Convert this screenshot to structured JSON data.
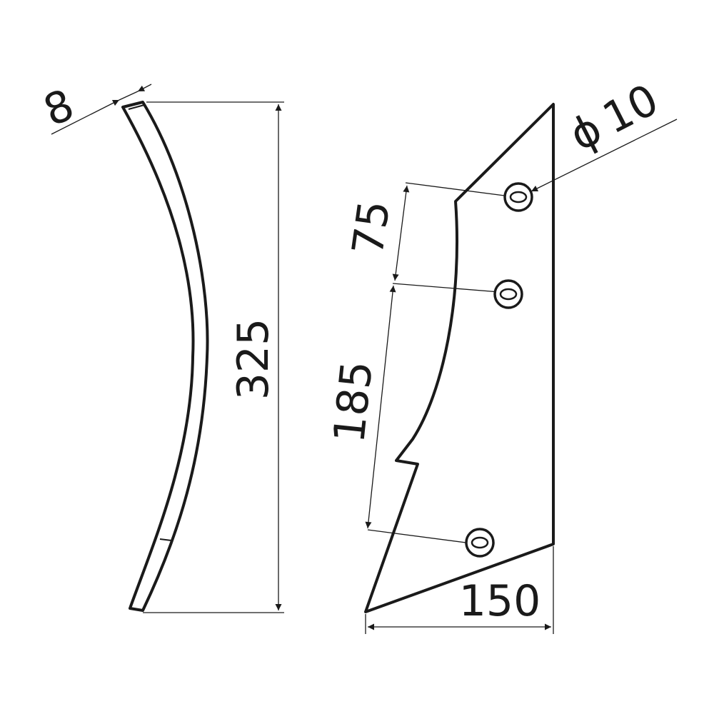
{
  "drawing": {
    "dimensions": {
      "thickness": "8",
      "height": "325",
      "hole_spacing_top": "75",
      "hole_spacing_bottom": "185",
      "width": "150",
      "hole_diameter": "10"
    },
    "diameter_symbol": "ϕ",
    "line_color": "#1a1a1a",
    "background_color": "#ffffff"
  }
}
